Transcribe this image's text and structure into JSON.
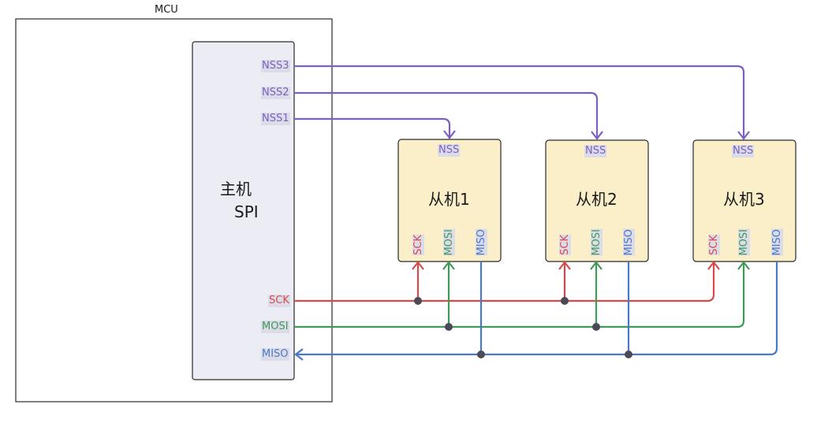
{
  "mcu": {
    "label": "MCU"
  },
  "master": {
    "name_line1": "主机",
    "name_line2": "SPI",
    "pins": {
      "nss3": "NSS3",
      "nss2": "NSS2",
      "nss1": "NSS1",
      "sck": "SCK",
      "mosi": "MOSI",
      "miso": "MISO"
    }
  },
  "slaves": [
    {
      "name": "从机1",
      "nss": "NSS",
      "sck": "SCK",
      "mosi": "MOSI",
      "miso": "MISO"
    },
    {
      "name": "从机2",
      "nss": "NSS",
      "sck": "SCK",
      "mosi": "MOSI",
      "miso": "MISO"
    },
    {
      "name": "从机3",
      "nss": "NSS",
      "sck": "SCK",
      "mosi": "MOSI",
      "miso": "MISO"
    }
  ],
  "colors": {
    "nss": "#7b5fc4",
    "sck": "#d9494b",
    "mosi": "#3f9a58",
    "miso": "#4a78c8",
    "master_fill": "#ececf5",
    "slave_fill": "#faefc8",
    "junction": "#4a4a58"
  }
}
